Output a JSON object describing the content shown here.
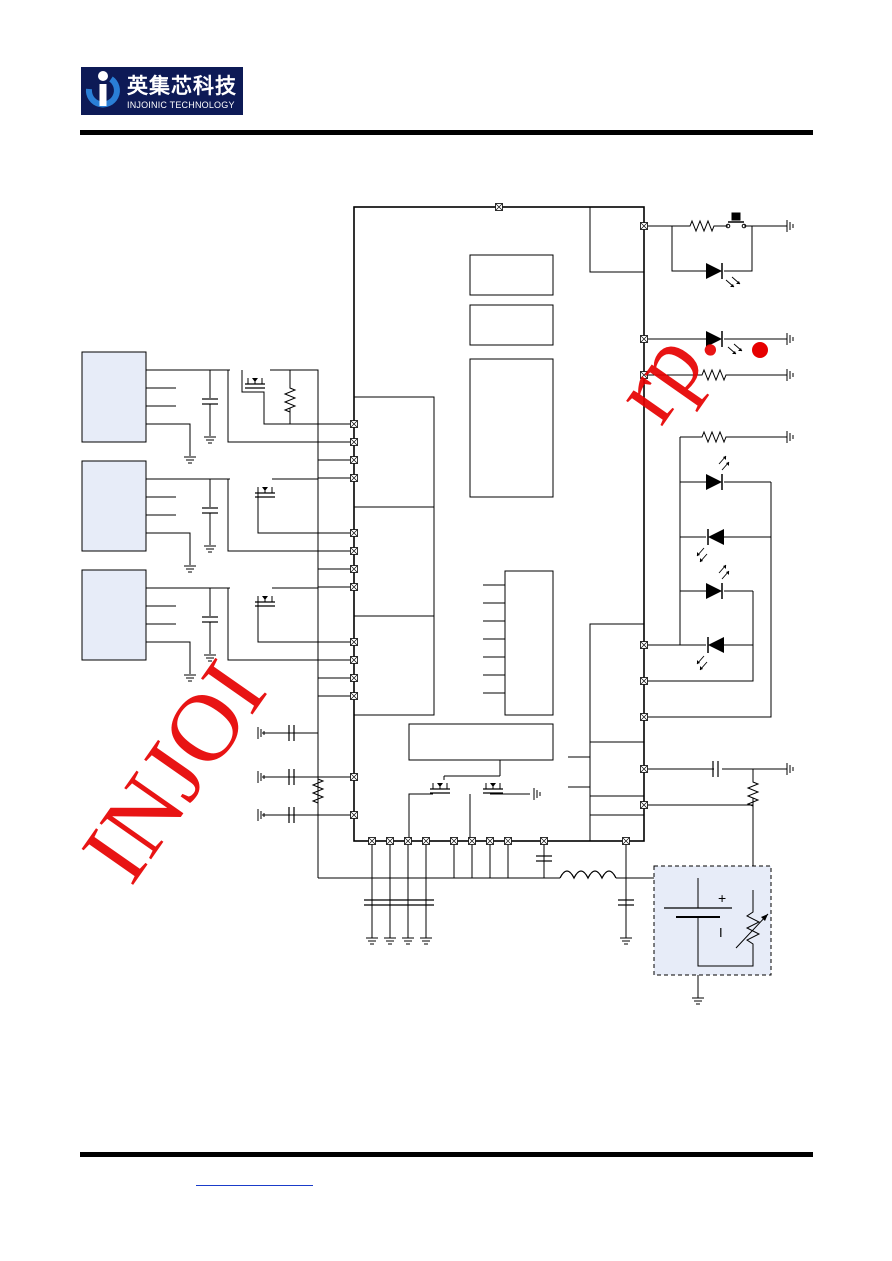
{
  "header": {
    "logo_cn": "英集芯科技",
    "logo_en": "INJOINIC TECHNOLOGY"
  },
  "watermark": {
    "text_main": "INJOI",
    "text_tail": "rp."
  },
  "colors": {
    "logo_bg": "#0d1a56",
    "logo_accent": "#2a7fd6",
    "block_fill": "#e7ecf8",
    "watermark": "#e60000",
    "link": "#1a3cc9"
  },
  "schematic": {
    "battery_plus": "+",
    "battery_minus": "I"
  }
}
